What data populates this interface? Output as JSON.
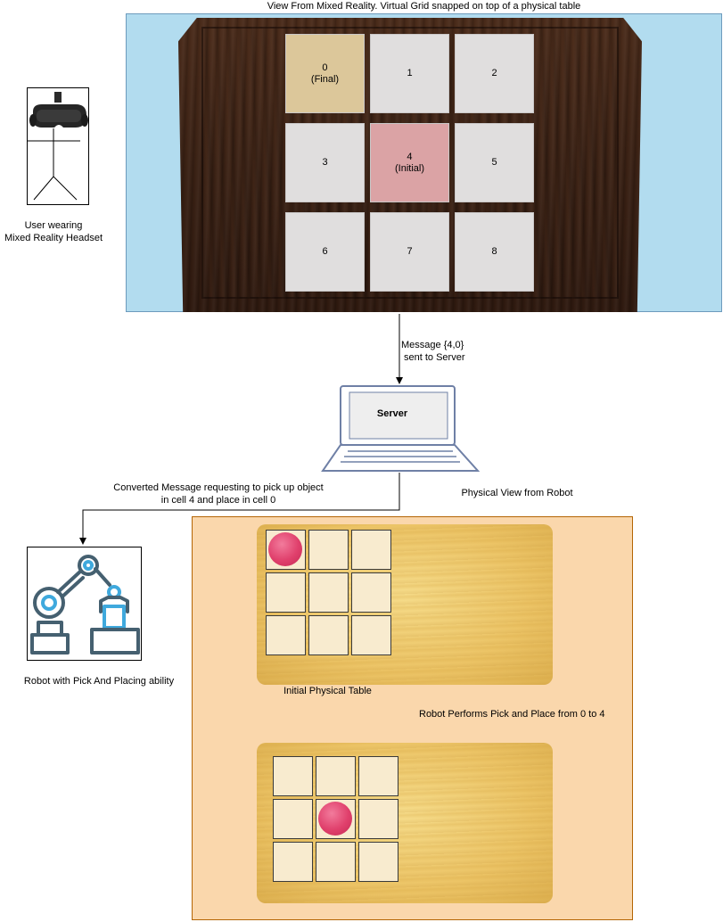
{
  "title": "View From Mixed Reality. Virtual Grid snapped on top of a physical table",
  "user_label_line1": "User wearing",
  "user_label_line2": "Mixed Reality Headset",
  "grid_cells": [
    {
      "num": "0",
      "tag": "(Final)",
      "state": "final"
    },
    {
      "num": "1",
      "tag": "",
      "state": ""
    },
    {
      "num": "2",
      "tag": "",
      "state": ""
    },
    {
      "num": "3",
      "tag": "",
      "state": ""
    },
    {
      "num": "4",
      "tag": "(Initial)",
      "state": "initial"
    },
    {
      "num": "5",
      "tag": "",
      "state": ""
    },
    {
      "num": "6",
      "tag": "",
      "state": ""
    },
    {
      "num": "7",
      "tag": "",
      "state": ""
    },
    {
      "num": "8",
      "tag": "",
      "state": ""
    }
  ],
  "message_line1": "Message {4,0}",
  "message_line2": "sent to Server",
  "server_label": "Server",
  "converted_line1": "Converted Message requesting to pick up object",
  "converted_line2": "in cell 4 and place in cell 0",
  "physical_view_label": "Physical View from Robot",
  "robot_label": "Robot with Pick And Placing ability",
  "initial_table_label": "Initial Physical Table",
  "robot_action_label": "Robot Performs Pick and Place from 0 to 4",
  "colors": {
    "mr_background": "#b2dcef",
    "final_cell": "#dcc79a",
    "initial_cell": "#dba3a5",
    "physical_panel": "#fad7ac",
    "robot_icon": "#456070",
    "robot_accent": "#3fa9dd",
    "ball": "#e0406c"
  },
  "icons": [
    "vr-headset-icon",
    "stick-figure-icon",
    "laptop-icon",
    "robot-arm-icon",
    "ball-icon"
  ]
}
